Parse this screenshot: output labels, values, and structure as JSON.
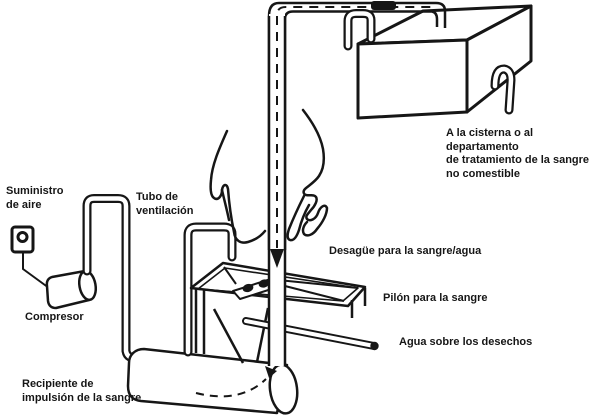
{
  "diagram": {
    "background": "#ffffff",
    "ink_color": "#161616",
    "labels": {
      "air_supply": "Suministro\nde aire",
      "vent_tube": "Tubo de\nventilación",
      "compressor": "Compresor",
      "blood_vessel": "Recipiente de\nimpulsión de la sangre",
      "cistern": "A la cisterna o al departamento\nde tratamiento de la sangre\nno comestible",
      "blood_water_drain": "Desagüe para la sangre/agua",
      "blood_trough": "Pilón para la sangre",
      "waste_water": "Agua sobre los desechos"
    }
  }
}
